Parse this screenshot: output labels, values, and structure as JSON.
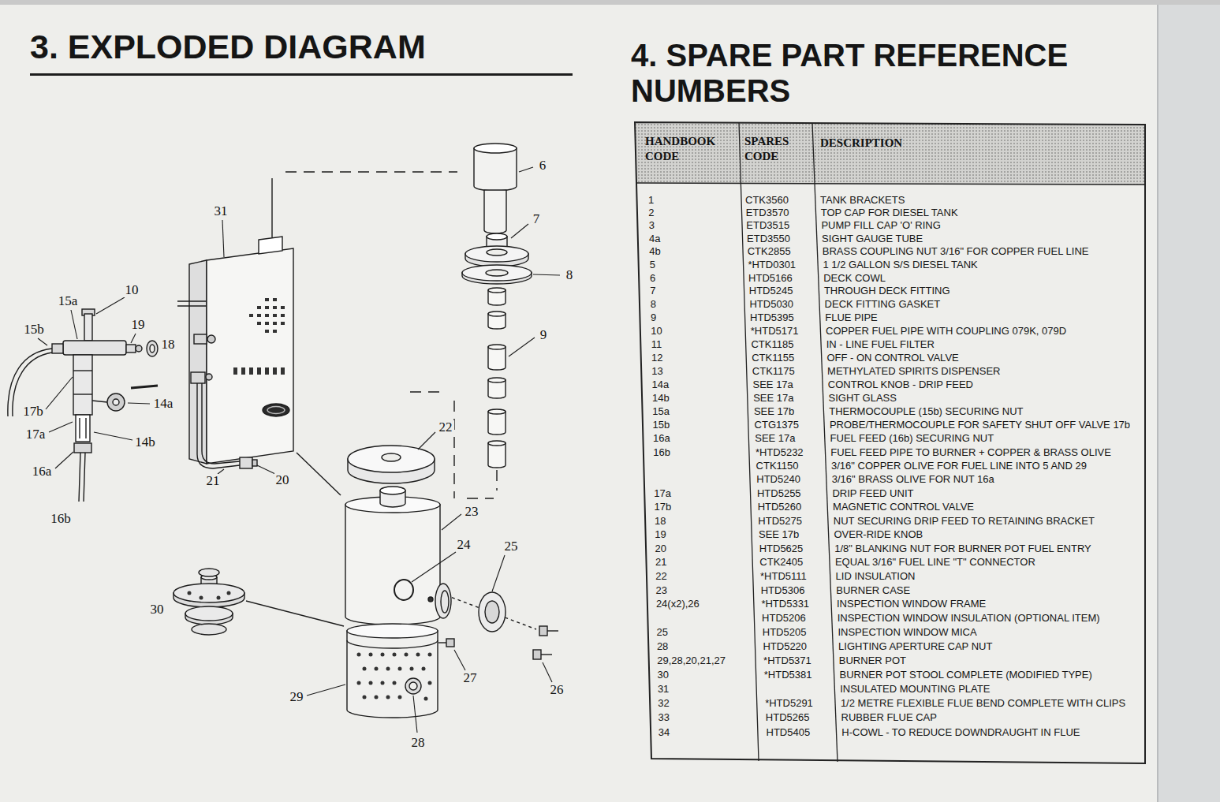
{
  "diagram": {
    "title": "3. EXPLODED DIAGRAM",
    "labels": [
      "4. SPARE PART REFERENCE NUMBERS",
      "31",
      "6",
      "7",
      "8",
      "9",
      "10",
      "15a",
      "15b",
      "19",
      "18",
      "17b",
      "14a",
      "17a",
      "14b",
      "16a",
      "16b",
      "21",
      "20",
      "22",
      "23",
      "24",
      "25",
      "30",
      "27",
      "26",
      "29",
      "28",
      "HANDBOOK CODE",
      "SPARES CODE",
      "DESCRIPTION",
      "1",
      "CTK3560",
      "TANK BRACKETS",
      "2",
      "ETD3570",
      "TOP CAP FOR DIESEL TANK",
      "3",
      "ETD3515",
      "PUMP FILL CAP 'O' RING",
      "4a",
      "ETD3550",
      "SIGHT GAUGE TUBE",
      "4b",
      "CTK2855",
      "BRASS COUPLING NUT 3/16\" FOR COPPER FUEL LINE",
      "5",
      "*HTD0301",
      "1 1/2 GALLON S/S DIESEL TANK",
      "6",
      "HTD5166",
      "DECK COWL",
      "7",
      "HTD5245",
      "THROUGH DECK FITTING",
      "8",
      "HTD5030",
      "DECK FITTING GASKET",
      "9",
      "HTD5395",
      "FLUE PIPE",
      "10",
      "*HTD5171",
      "COPPER FUEL PIPE WITH COUPLING 079K, 079D",
      "11",
      "CTK1185",
      "IN - LINE FUEL FILTER",
      "12",
      "CTK1155",
      "OFF - ON CONTROL VALVE",
      "13",
      "CTK1175",
      "METHYLATED SPIRITS DISPENSER",
      "14a",
      "SEE 17a",
      "CONTROL KNOB - DRIP FEED",
      "14b",
      "SEE 17a",
      "SIGHT GLASS",
      "15a",
      "SEE 17b",
      "THERMOCOUPLE (15b) SECURING NUT",
      "15b",
      "CTG1375",
      "PROBE/THERMOCOUPLE FOR SAFETY SHUT OFF VALVE 17b",
      "16a",
      "SEE 17a",
      "FUEL FEED (16b) SECURING NUT",
      "16b",
      "*HTD5232",
      "FUEL FEED PIPE TO BURNER + COPPER & BRASS OLIVE",
      "CTK1150",
      "3/16\" COPPER OLIVE FOR FUEL LINE INTO 5 AND 29",
      "HTD5240",
      "3/16\" BRASS OLIVE FOR NUT 16a",
      "17a",
      "HTD5255",
      "DRIP FEED UNIT",
      "17b",
      "HTD5260",
      "MAGNETIC CONTROL VALVE",
      "18",
      "HTD5275",
      "NUT SECURING DRIP FEED TO RETAINING BRACKET",
      "19",
      "SEE 17b",
      "OVER-RIDE KNOB",
      "20",
      "HTD5625",
      "1/8\" BLANKING NUT FOR BURNER POT FUEL ENTRY",
      "21",
      "CTK2405",
      "EQUAL 3/16\" FUEL LINE \"T\" CONNECTOR",
      "22",
      "*HTD5111",
      "LID INSULATION",
      "23",
      "HTD5306",
      "BURNER CASE",
      "24(x2),26",
      "*HTD5331",
      "INSPECTION WINDOW FRAME",
      "HTD5206",
      "INSPECTION WINDOW INSULATION (OPTIONAL ITEM)",
      "25",
      "HTD5205",
      "INSPECTION WINDOW MICA",
      "28",
      "HTD5220",
      "LIGHTING APERTURE CAP NUT",
      "29,28,20,21,27",
      "*HTD5371",
      "BURNER POT",
      "30",
      "*HTD5381",
      "BURNER POT STOOL COMPLETE (MODIFIED TYPE)",
      "31",
      "INSULATED MOUNTING PLATE",
      "32",
      "*HTD5291",
      "1/2 METRE FLEXIBLE FLUE BEND COMPLETE WITH CLIPS",
      "33",
      "HTD5265",
      "RUBBER FLUE CAP",
      "34",
      "HTD5405",
      "H-COWL - TO REDUCE DOWNDRAUGHT IN FLUE"
    ]
  }
}
